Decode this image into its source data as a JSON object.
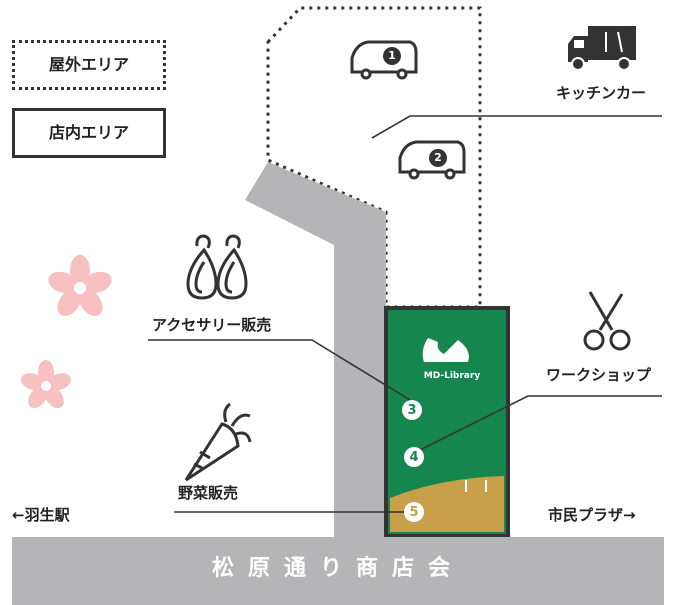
{
  "legend": {
    "outdoor": "屋外エリア",
    "indoor": "店内エリア"
  },
  "areas": {
    "kitchen_car": "キッチンカー",
    "accessory": "アクセサリー販売",
    "workshop": "ワークショップ",
    "vegetables": "野菜販売"
  },
  "directions": {
    "left": "←羽生駅",
    "right": "市民プラザ→"
  },
  "street_name": "松原通り商店会",
  "library_name": "MD-Library",
  "markers": {
    "car1": "1",
    "car2": "2",
    "m3": "3",
    "m4": "4",
    "m5": "5"
  },
  "colors": {
    "library_green": "#16864f",
    "soil": "#c8a04a",
    "road_gray": "#b5b5b7",
    "sakura": "#f6c1c0"
  },
  "icons": [
    "food-truck-icon",
    "car-icon",
    "earrings-icon",
    "scissors-icon",
    "carrot-icon",
    "sakura-icon"
  ]
}
